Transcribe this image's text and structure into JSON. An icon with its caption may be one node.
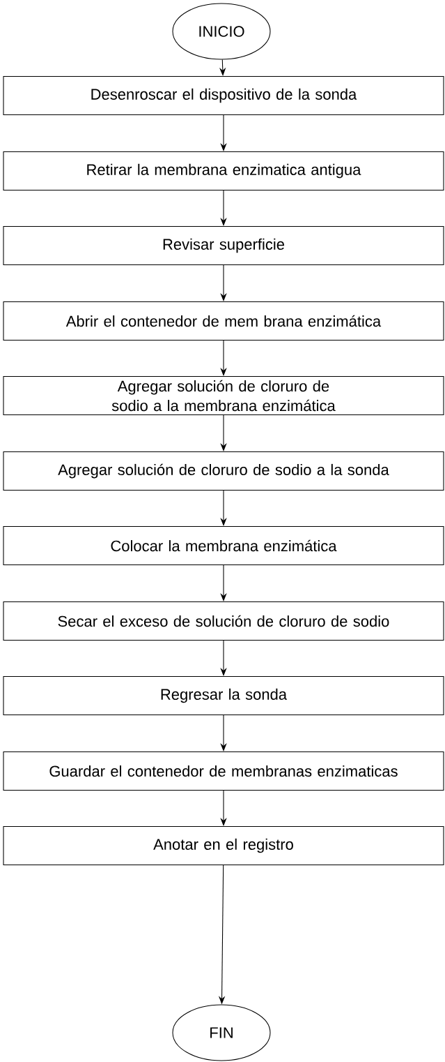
{
  "diagram": {
    "nodes": [
      {
        "text": [
          "INICIO"
        ]
      },
      {
        "text": [
          "Desenroscar el dispositivo de la sonda"
        ]
      },
      {
        "text": [
          "Retirar la membrana enzimatica antigua"
        ]
      },
      {
        "text": [
          "Revisar superficie"
        ]
      },
      {
        "text": [
          "Abrir el contenedor de mem brana enzimática"
        ]
      },
      {
        "text": [
          "Agregar solución de cloruro de sodio a la membrana enzimática"
        ]
      },
      {
        "text": [
          "Agregar solución de cloruro de sodio a la sonda"
        ]
      },
      {
        "text": [
          "Colocar la membrana enzimática"
        ]
      },
      {
        "text": [
          "Secar el exceso de solución de cloruro de sodio"
        ]
      },
      {
        "text": [
          "Regresar la sonda"
        ]
      },
      {
        "text": [
          "Guardar el contenedor de membranas enzimaticas"
        ]
      },
      {
        "text": [
          "Anotar en el registro"
        ]
      },
      {
        "text": [
          "FIN"
        ]
      }
    ],
    "edges": [
      {
        "from": 0,
        "to": 1,
        "arrow": "to"
      },
      {
        "from": 1,
        "to": 2,
        "arrow": "to"
      },
      {
        "from": 2,
        "to": 3,
        "arrow": "to"
      },
      {
        "from": 3,
        "to": 4,
        "arrow": "to"
      },
      {
        "from": 4,
        "to": 5,
        "arrow": "to"
      },
      {
        "from": 5,
        "to": 6,
        "arrow": "to"
      },
      {
        "from": 6,
        "to": 7,
        "arrow": "to"
      },
      {
        "from": 7,
        "to": 8,
        "arrow": "to"
      },
      {
        "from": 8,
        "to": 9,
        "arrow": "to"
      },
      {
        "from": 9,
        "to": 10,
        "arrow": "to"
      },
      {
        "from": 10,
        "to": 11,
        "arrow": "to"
      },
      {
        "from": 11,
        "to": 12,
        "arrow": "to"
      }
    ]
  }
}
